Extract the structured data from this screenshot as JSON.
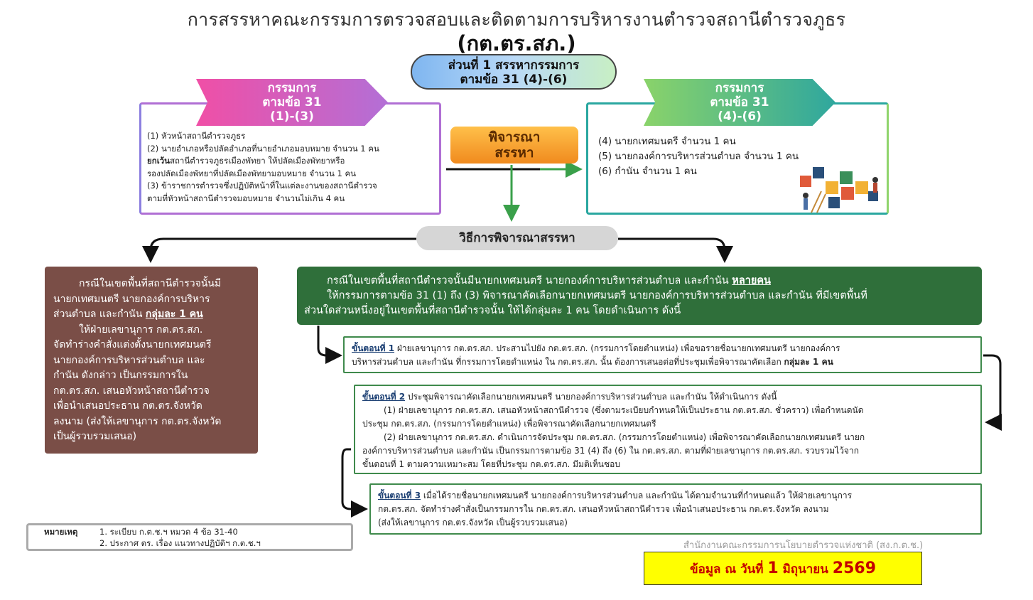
{
  "header": {
    "title": "การสรรหาคณะกรรมการตรวจสอบและติดตามการบริหารงานตำรวจสถานีตำรวจภูธร",
    "abbrev": "(กต.ตร.สภ.)"
  },
  "part1": {
    "line1": "ส่วนที่ 1 สรรหากรรมการ",
    "line2": "ตามข้อ 31 (4)-(6)"
  },
  "left_group": {
    "ribbon": [
      "กรรมการ",
      "ตามข้อ 31",
      "(1)-(3)"
    ],
    "items": [
      "(1) หัวหน้าสถานีตำรวจภูธร",
      "(2) นายอำเภอหรือปลัดอำเภอที่นายอำเภอมอบหมาย จำนวน 1 คน",
      "ยกเว้น",
      "สถานีตำรวจภูธรเมืองพัทยา ให้ปลัดเมืองพัทยาหรือ",
      "รองปลัดเมืองพัทยาที่ปลัดเมืองพัทยามอบหมาย จำนวน 1 คน",
      "(3) ข้าราชการตำรวจซึ่งปฏิบัติหน้าที่ในแต่ละงานของสถานีตำรวจ",
      "ตามที่หัวหน้าสถานีตำรวจมอบหมาย จำนวนไม่เกิน 4 คน"
    ]
  },
  "consider": {
    "line1": "พิจารณา",
    "line2": "สรรหา"
  },
  "right_group": {
    "ribbon": [
      "กรรมการ",
      "ตามข้อ 31",
      "(4)-(6)"
    ],
    "items": [
      "(4) นายกเทศมนตรี จำนวน 1 คน",
      "(5) นายกองค์การบริหารส่วนตำบล จำนวน 1 คน",
      "(6) กำนัน จำนวน 1 คน"
    ]
  },
  "method": {
    "label": "วิธีการพิจารณาสรรหา"
  },
  "single_case": {
    "l1": "กรณีในเขตพื้นที่สถานีตำรวจนั้นมี",
    "l2": "นายกเทศมนตรี นายกองค์การบริหาร",
    "l3": "ส่วนตำบล และกำนัน ",
    "emph": "กลุ่มละ 1 คน",
    "l4": "ให้ฝ่ายเลขานุการ กต.ตร.สภ.",
    "l5": "จัดทำร่างคำสั่งแต่งตั้งนายกเทศมนตรี",
    "l6": "นายกองค์การบริหารส่วนตำบล และ",
    "l7": "กำนัน ดังกล่าว เป็นกรรมการใน",
    "l8": "กต.ตร.สภ. เสนอหัวหน้าสถานีตำรวจ",
    "l9": "เพื่อนำเสนอประธาน กต.ตร.จังหวัด",
    "l10": "ลงนาม (ส่งให้เลขานุการ กต.ตร.จังหวัด",
    "l11": "เป็นผู้รวบรวมเสนอ)"
  },
  "multi_case": {
    "l1": "กรณีในเขตพื้นที่สถานีตำรวจนั้นมีนายกเทศมนตรี นายกองค์การบริหารส่วนตำบล และกำนัน ",
    "emph": "หลายคน",
    "l2": "ให้กรรมการตามข้อ 31 (1) ถึง (3) พิจารณาคัดเลือกนายกเทศมนตรี นายกองค์การบริหารส่วนตำบล และกำนัน ที่มีเขตพื้นที่",
    "l3": "ส่วนใดส่วนหนึ่งอยู่ในเขตพื้นที่สถานีตำรวจนั้น ให้ได้กลุ่มละ 1 คน โดยดำเนินการ ดังนี้"
  },
  "step1": {
    "tag": "ขั้นตอนที่ 1",
    "l1": " ฝ่ายเลขานุการ กต.ตร.สภ. ประสานไปยัง กต.ตร.สภ. (กรรมการโดยตำแหน่ง) เพื่อขอรายชื่อนายกเทศมนตรี นายกองค์การ",
    "l2": "บริหารส่วนตำบล และกำนัน ที่กรรมการโดยตำแหน่ง ใน กต.ตร.สภ. นั้น ต้องการเสนอต่อที่ประชุมเพื่อพิจารณาคัดเลือก ",
    "emph": "กลุ่มละ 1 คน"
  },
  "step2": {
    "tag": "ขั้นตอนที่ 2",
    "l1": " ประชุมพิจารณาคัดเลือกนายกเทศมนตรี นายกองค์การบริหารส่วนตำบล และกำนัน ให้ดำเนินการ ดังนี้",
    "l2": "(1) ฝ่ายเลขานุการ กต.ตร.สภ. เสนอหัวหน้าสถานีตำรวจ (ซึ่งตามระเบียบกำหนดให้เป็นประธาน กต.ตร.สภ. ชั่วคราว) เพื่อกำหนดนัด",
    "l3": "ประชุม กต.ตร.สภ. (กรรมการโดยตำแหน่ง) เพื่อพิจารณาคัดเลือกนายกเทศมนตรี",
    "l4": "(2) ฝ่ายเลขานุการ กต.ตร.สภ. ดำเนินการจัดประชุม กต.ตร.สภ. (กรรมการโดยตำแหน่ง) เพื่อพิจารณาคัดเลือกนายกเทศมนตรี นายก",
    "l5": "องค์การบริหารส่วนตำบล และกำนัน เป็นกรรมการตามข้อ 31 (4) ถึง (6) ใน กต.ตร.สภ. ตามที่ฝ่ายเลขานุการ กต.ตร.สภ. รวบรวมไว้จาก",
    "l6": "ขั้นตอนที่ 1 ตามความเหมาะสม โดยที่ประชุม กต.ตร.สภ. มีมติเห็นชอบ"
  },
  "step3": {
    "tag": "ขั้นตอนที่ 3",
    "l1": "  เมื่อได้รายชื่อนายกเทศมนตรี นายกองค์การบริหารส่วนตำบล และกำนัน ได้ตามจำนวนที่กำหนดแล้ว ให้ฝ่ายเลขานุการ",
    "l2": "กต.ตร.สภ. จัดทำร่างคำสั่งเป็นกรรมการใน กต.ตร.สภ. เสนอหัวหน้าสถานีตำรวจ เพื่อนำเสนอประธาน กต.ตร.จังหวัด ลงนาม",
    "l3": "(ส่งให้เลขานุการ กต.ตร.จังหวัด เป็นผู้รวบรวมเสนอ)"
  },
  "note": {
    "label": "หมายเหตุ",
    "n1": "1. ระเบียบ ก.ต.ช.ฯ หมวด 4 ข้อ 31-40",
    "n2": "2. ประกาศ ตร. เรื่อง แนวทางปฏิบัติฯ ก.ต.ช.ฯ"
  },
  "credit": "สำนักงานคณะกรรมการนโยบายตำรวจแห่งชาติ (สง.ก.ต.ช.)",
  "date": {
    "prefix": "ข้อมูล ณ วันที่ ",
    "day": "1",
    "month": " มิถุนายน ",
    "year": "2569"
  },
  "colors": {
    "green_dark": "#2f6f3a",
    "brown": "#7a4e47",
    "orange": "#f08a1e",
    "magenta": "#f04fa6",
    "teal": "#2fa79e",
    "highlight": "#ffff00",
    "date_red": "#c40000"
  },
  "icons": [
    "puzzle-people-illustration",
    "arrow-right",
    "arrow-down",
    "curved-arrow"
  ]
}
